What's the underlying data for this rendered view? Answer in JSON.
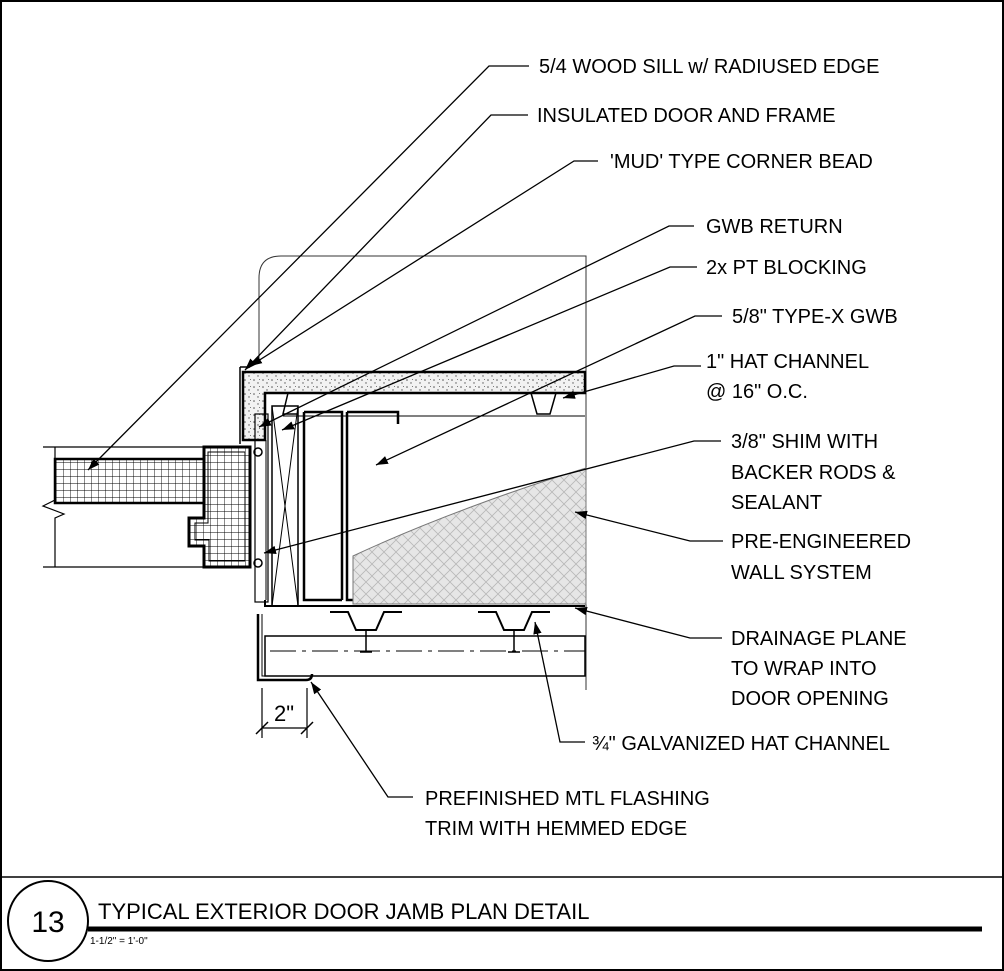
{
  "labels": {
    "sill": "5/4 WOOD SILL w/ RADIUSED EDGE",
    "door": "INSULATED DOOR AND FRAME",
    "bead": "'MUD' TYPE CORNER BEAD",
    "gwb_return": "GWB RETURN",
    "blocking": "2x PT BLOCKING",
    "gwb": "5/8\" TYPE-X GWB",
    "hat1_line1": "1\" HAT CHANNEL",
    "hat1_line2": "@ 16\" O.C.",
    "shim_line1": "3/8\" SHIM  WITH",
    "shim_line2": "BACKER RODS &",
    "shim_line3": "SEALANT",
    "wall_line1": "PRE-ENGINEERED",
    "wall_line2": "WALL SYSTEM",
    "drain_line1": "DRAINAGE PLANE",
    "drain_line2": "TO WRAP INTO",
    "drain_line3": "DOOR OPENING",
    "galv_hat": "¾\" GALVANIZED HAT CHANNEL",
    "flash_line1": "PREFINISHED MTL FLASHING",
    "flash_line2": "TRIM WITH HEMMED EDGE",
    "dimension": "2\""
  },
  "title_block": {
    "detail_number": "13",
    "title": "TYPICAL EXTERIOR DOOR JAMB PLAN DETAIL",
    "scale": "1-1/2\" = 1'-0\""
  }
}
